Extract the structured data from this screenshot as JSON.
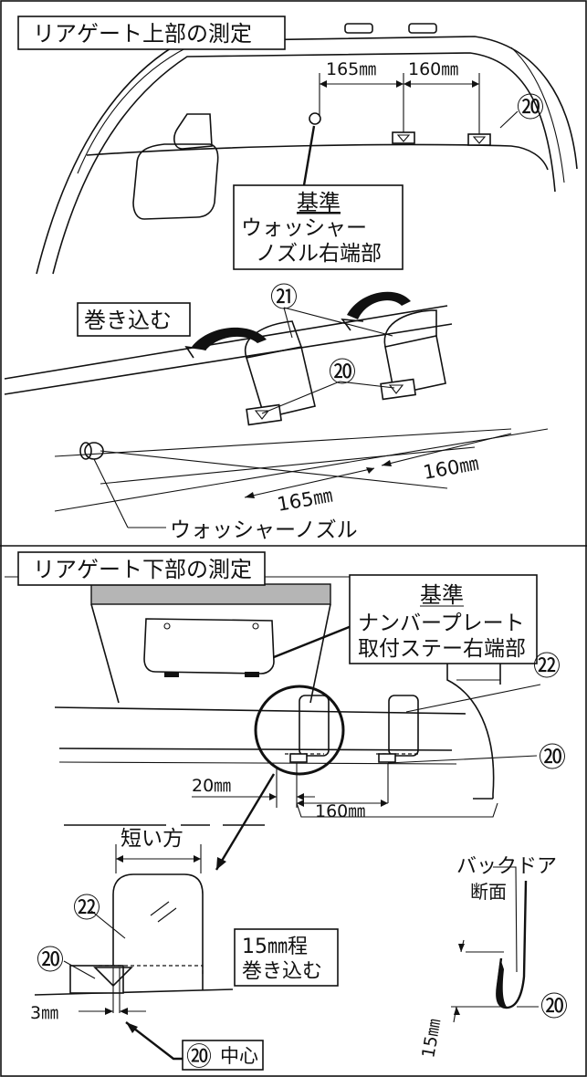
{
  "upper": {
    "title": "リアゲート上部の測定",
    "dim1": "165㎜",
    "dim2": "160㎜",
    "callout20": "⑳",
    "ref_heading": "基準",
    "ref_line1": "ウォッシャー",
    "ref_line2": "ノズル右端部"
  },
  "wrap": {
    "label": "巻き込む",
    "callout21": "㉑",
    "callout20": "⑳",
    "dim_left": "165㎜",
    "dim_right": "160㎜",
    "nozzle_label": "ウォッシャーノズル"
  },
  "lower": {
    "title": "リアゲート下部の測定",
    "ref_heading": "基準",
    "ref_line1": "ナンバープレート",
    "ref_line2": "取付ステー右端部",
    "callout22": "㉒",
    "callout20": "⑳",
    "dim_20": "20㎜",
    "dim_160": "160㎜"
  },
  "detail": {
    "short_side": "短い方",
    "callout22": "㉒",
    "callout20": "⑳",
    "wrap_note_1": "15㎜程",
    "wrap_note_2": "巻き込む",
    "dim_3": "3㎜",
    "center_label": "中心",
    "center_callout": "⑳"
  },
  "section": {
    "title_1": "バックドア",
    "title_2": "断面",
    "dim_15": "15㎜",
    "callout20": "⑳"
  }
}
